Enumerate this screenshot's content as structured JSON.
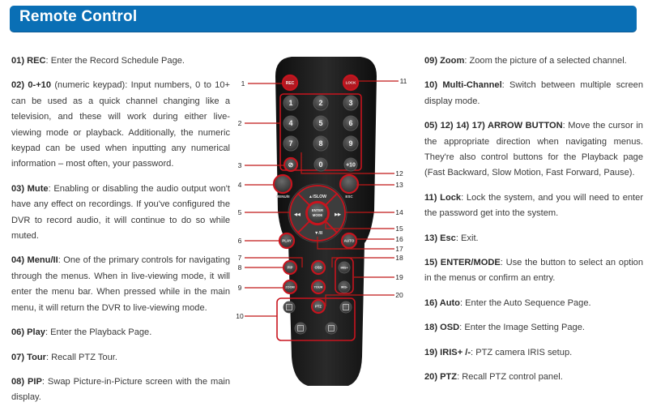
{
  "header": {
    "title": "Remote Control"
  },
  "left_items": [
    {
      "key": "01) REC",
      "sep": ": ",
      "text": "Enter the Record Schedule Page."
    },
    {
      "key": "02) 0-+10",
      "sep": " ",
      "text": "(numeric keypad): Input numbers, 0 to 10+ can be used as a quick channel changing like a television, and these will work during either live-viewing mode or playback. Additionally, the numeric keypad can be used when inputting any numerical information – most often, your password."
    },
    {
      "key": "03) Mute",
      "sep": ": ",
      "text": "Enabling or disabling the audio output won't have any effect on recordings. If you've configured the DVR to record audio, it will continue to do so while muted."
    },
    {
      "key": "04) Menu/II",
      "sep": ": ",
      "text": "One of the primary controls for navigating through the menus. When in live-viewing mode, it will enter the menu bar. When pressed while in the main menu, it will return the DVR to live-viewing mode."
    },
    {
      "key": "06) Play",
      "sep": ": ",
      "text": "Enter the Playback Page."
    },
    {
      "key": "07) Tour",
      "sep": ": ",
      "text": "Recall PTZ Tour."
    },
    {
      "key": "08) PIP",
      "sep": ": ",
      "text": "Swap Picture-in-Picture screen with the main display."
    }
  ],
  "right_items": [
    {
      "key": "09) Zoom",
      "sep": ": ",
      "text": "Zoom the picture of a selected channel."
    },
    {
      "key": "10) Multi-Channel",
      "sep": ": ",
      "text": "Switch between multiple screen display mode."
    },
    {
      "key": "05) 12) 14) 17) ARROW BUTTON",
      "sep": ": ",
      "text": "Move the cursor in the appropriate direction when navigating menus. They're also control buttons for the Playback page (Fast Backward, Slow Motion, Fast Forward, Pause)."
    },
    {
      "key": "11) Lock",
      "sep": ": ",
      "text": "Lock the system, and you will need to enter the password get into the system."
    },
    {
      "key": "13) Esc",
      "sep": ": ",
      "text": "Exit."
    },
    {
      "key": "15) ENTER/MODE",
      "sep": ": ",
      "text": "Use the button to select an option in the menus or confirm an entry."
    },
    {
      "key": "16) Auto",
      "sep": ": ",
      "text": "Enter the Auto Sequence Page."
    },
    {
      "key": "18) OSD",
      "sep": ": ",
      "text": "Enter the Image Setting Page."
    },
    {
      "key": "19) IRIS+ /-",
      "sep": ": ",
      "text": "PTZ camera IRIS setup."
    },
    {
      "key": "20) PTZ",
      "sep": ": ",
      "text": "Recall PTZ control panel."
    }
  ],
  "remote": {
    "buttons": {
      "rec": "REC",
      "lock": "LOCK",
      "mute": "⊘",
      "plus10": "+10",
      "menu_label": "MENU/II",
      "esc_label": "ESC",
      "up": "▲/SLOW",
      "left": "◀◀",
      "right": "▶▶",
      "enter1": "ENTER",
      "enter2": "MODE",
      "down": "▼/II",
      "play": "PLAY",
      "auto": "AUTO",
      "pip": "PIP",
      "osd": "OSD",
      "iris_plus": "IRIS+",
      "zoom": "ZOOM",
      "tour": "TOUR",
      "iris_minus": "IRIS-",
      "ptz": "PTZ"
    },
    "digits": [
      "1",
      "2",
      "3",
      "4",
      "5",
      "6",
      "7",
      "8",
      "9",
      "0"
    ],
    "callouts": [
      "1",
      "2",
      "3",
      "4",
      "5",
      "6",
      "7",
      "8",
      "9",
      "10",
      "11",
      "12",
      "13",
      "14",
      "15",
      "16",
      "17",
      "18",
      "19",
      "20"
    ],
    "colors": {
      "body": "#1a1a1a",
      "button": "#3a3a3a",
      "red": "#c8141e",
      "callout": "#c01818"
    }
  }
}
